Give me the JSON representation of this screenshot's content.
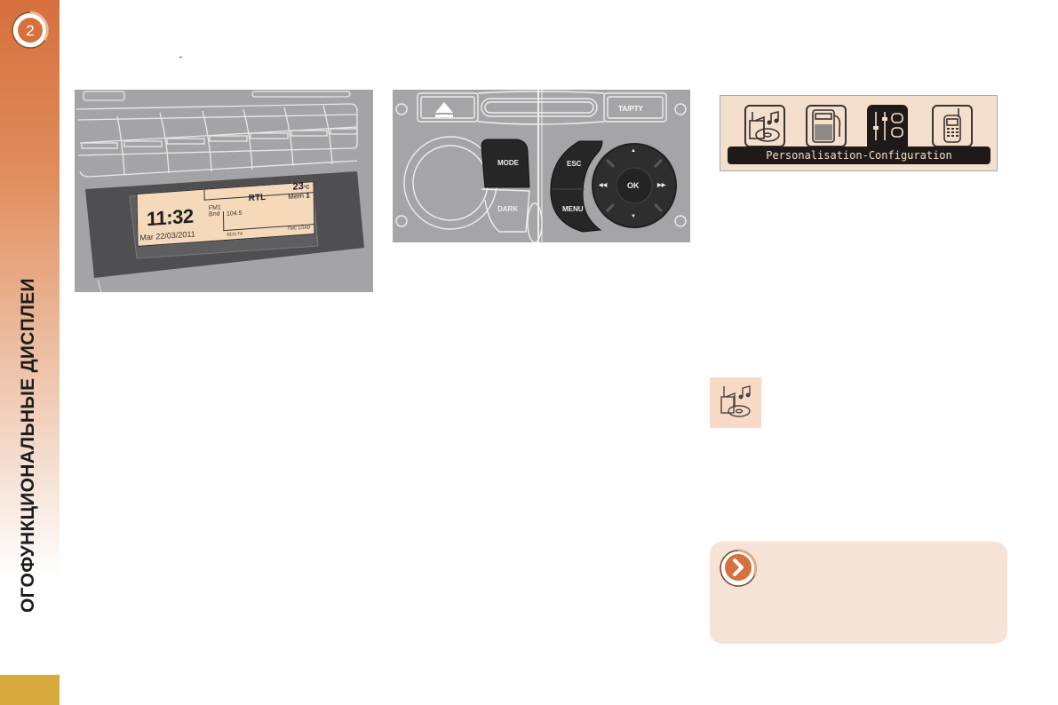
{
  "page": {
    "chapter_number": "2",
    "side_title": "ОГОФУНКЦИОНАЛЬНЫЕ ДИСПЛЕИ",
    "heading_fragment": "˘",
    "colors": {
      "accent_orange": "#d6703d",
      "gold_tab": "#d8aa3e",
      "note_bg": "#f5e3d7",
      "lcd_bg": "#f5d9bb"
    }
  },
  "figure_display": {
    "time": "11:32",
    "date": "Mar 22/03/2011",
    "band": "FM1",
    "band_sub": "Bnd",
    "station": "RTL",
    "frequency": "104.5",
    "temperature": "23",
    "temperature_unit": "°C",
    "memory_label": "Mem",
    "memory_value": "1",
    "rds_label": "RDS TA",
    "tmc_label": "TMC LOAD"
  },
  "figure_controls": {
    "eject_label": "▲",
    "ta_pty_label": "TA/PTY",
    "mode_label": "MODE",
    "dark_label": "DARK",
    "esc_label": "ESC",
    "menu_label": "MENU",
    "ok_label": "OK",
    "up_arrow": "▲",
    "down_arrow": "▼",
    "left_arrow": "◀◀",
    "right_arrow": "▶▶"
  },
  "figure_menu": {
    "icons": [
      {
        "name": "audio-icon",
        "active": false
      },
      {
        "name": "trip-computer-icon",
        "active": false
      },
      {
        "name": "personalisation-icon",
        "active": true
      },
      {
        "name": "telephone-icon",
        "active": false
      }
    ],
    "selected_label": "Personalisation-Configuration"
  },
  "audio_thumbnail": {
    "icon": "audio-icon"
  },
  "note": {
    "icon": "chevron-right-icon"
  }
}
